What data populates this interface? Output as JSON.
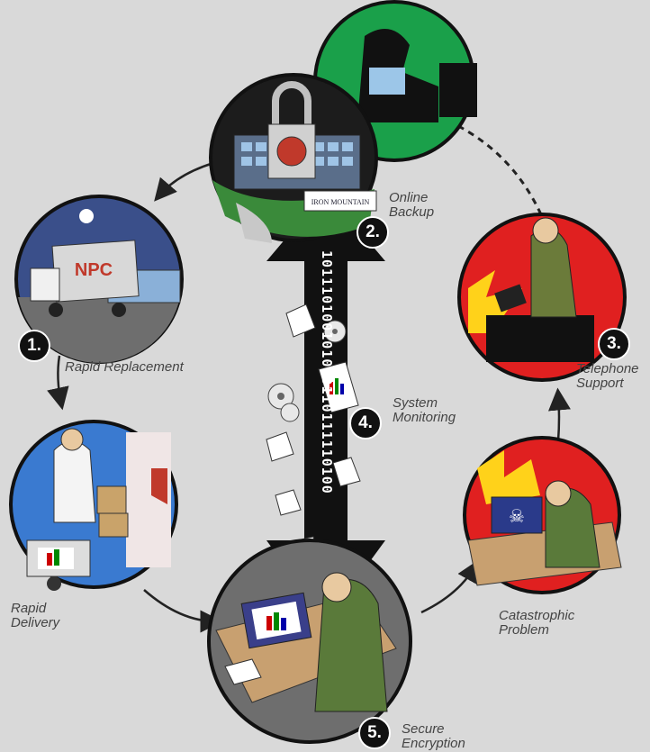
{
  "steps": [
    {
      "number": "1.",
      "label_lines": [
        "Rapid Replacement"
      ]
    },
    {
      "number": "2.",
      "label_lines": [
        "Online",
        "Backup"
      ]
    },
    {
      "number": "3.",
      "label_lines": [
        "Telephone",
        "Support"
      ]
    },
    {
      "number": "4.",
      "label_lines": [
        "System",
        "Monitoring"
      ]
    },
    {
      "number": "5.",
      "label_lines": [
        "Secure",
        "Encryption"
      ]
    }
  ],
  "unnumbered": {
    "rapid_delivery": [
      "Rapid",
      "Delivery"
    ],
    "catastrophic_problem": [
      "Catastrophic",
      "Problem"
    ]
  },
  "truck_brand": "NPC",
  "facility_sign": "IRON MOUNTAIN",
  "binary_stream": "101110100101010110111110100",
  "colors": {
    "background": "#d9d9d9",
    "green_scene": "#1aa04a",
    "blue_scene": "#3a4f8a",
    "red_scene": "#e02020",
    "dark_scene": "#1a1a1a",
    "gray_scene": "#5a5a5a"
  }
}
